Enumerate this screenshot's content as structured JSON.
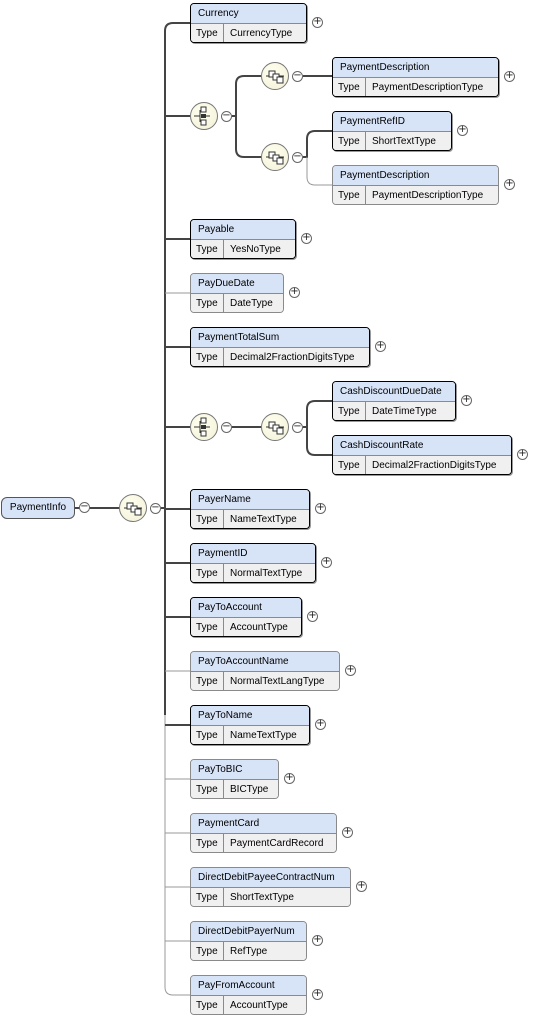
{
  "root": {
    "name": "PaymentInfo"
  },
  "type_label": "Type",
  "elements": [
    {
      "id": "Currency",
      "name": "Currency",
      "type": "CurrencyType",
      "required": true
    },
    {
      "id": "PaymentDescription1",
      "name": "PaymentDescription",
      "type": "PaymentDescriptionType",
      "required": true
    },
    {
      "id": "PaymentRefID",
      "name": "PaymentRefID",
      "type": "ShortTextType",
      "required": true
    },
    {
      "id": "PaymentDescription2",
      "name": "PaymentDescription",
      "type": "PaymentDescriptionType",
      "required": false
    },
    {
      "id": "Payable",
      "name": "Payable",
      "type": "YesNoType",
      "required": true
    },
    {
      "id": "PayDueDate",
      "name": "PayDueDate",
      "type": "DateType",
      "required": false
    },
    {
      "id": "PaymentTotalSum",
      "name": "PaymentTotalSum",
      "type": "Decimal2FractionDigitsType",
      "required": true
    },
    {
      "id": "CashDiscountDueDate",
      "name": "CashDiscountDueDate",
      "type": "DateTimeType",
      "required": true
    },
    {
      "id": "CashDiscountRate",
      "name": "CashDiscountRate",
      "type": "Decimal2FractionDigitsType",
      "required": true
    },
    {
      "id": "PayerName",
      "name": "PayerName",
      "type": "NameTextType",
      "required": true
    },
    {
      "id": "PaymentID",
      "name": "PaymentID",
      "type": "NormalTextType",
      "required": true
    },
    {
      "id": "PayToAccount",
      "name": "PayToAccount",
      "type": "AccountType",
      "required": true
    },
    {
      "id": "PayToAccountName",
      "name": "PayToAccountName",
      "type": "NormalTextLangType",
      "required": false
    },
    {
      "id": "PayToName",
      "name": "PayToName",
      "type": "NameTextType",
      "required": true
    },
    {
      "id": "PayToBIC",
      "name": "PayToBIC",
      "type": "BICType",
      "required": false
    },
    {
      "id": "PaymentCard",
      "name": "PaymentCard",
      "type": "PaymentCardRecord",
      "required": false
    },
    {
      "id": "DirectDebitPayeeContractNum",
      "name": "DirectDebitPayeeContractNum",
      "type": "ShortTextType",
      "required": false
    },
    {
      "id": "DirectDebitPayerNum",
      "name": "DirectDebitPayerNum",
      "type": "RefType",
      "required": false
    },
    {
      "id": "PayFromAccount",
      "name": "PayFromAccount",
      "type": "AccountType",
      "required": false
    }
  ],
  "compositors": [
    {
      "id": "root-sequence",
      "kind": "sequence"
    },
    {
      "id": "choice-1",
      "kind": "choice"
    },
    {
      "id": "sequence-1a",
      "kind": "sequence"
    },
    {
      "id": "sequence-1b",
      "kind": "sequence"
    },
    {
      "id": "choice-2",
      "kind": "choice"
    },
    {
      "id": "sequence-2",
      "kind": "sequence"
    }
  ]
}
